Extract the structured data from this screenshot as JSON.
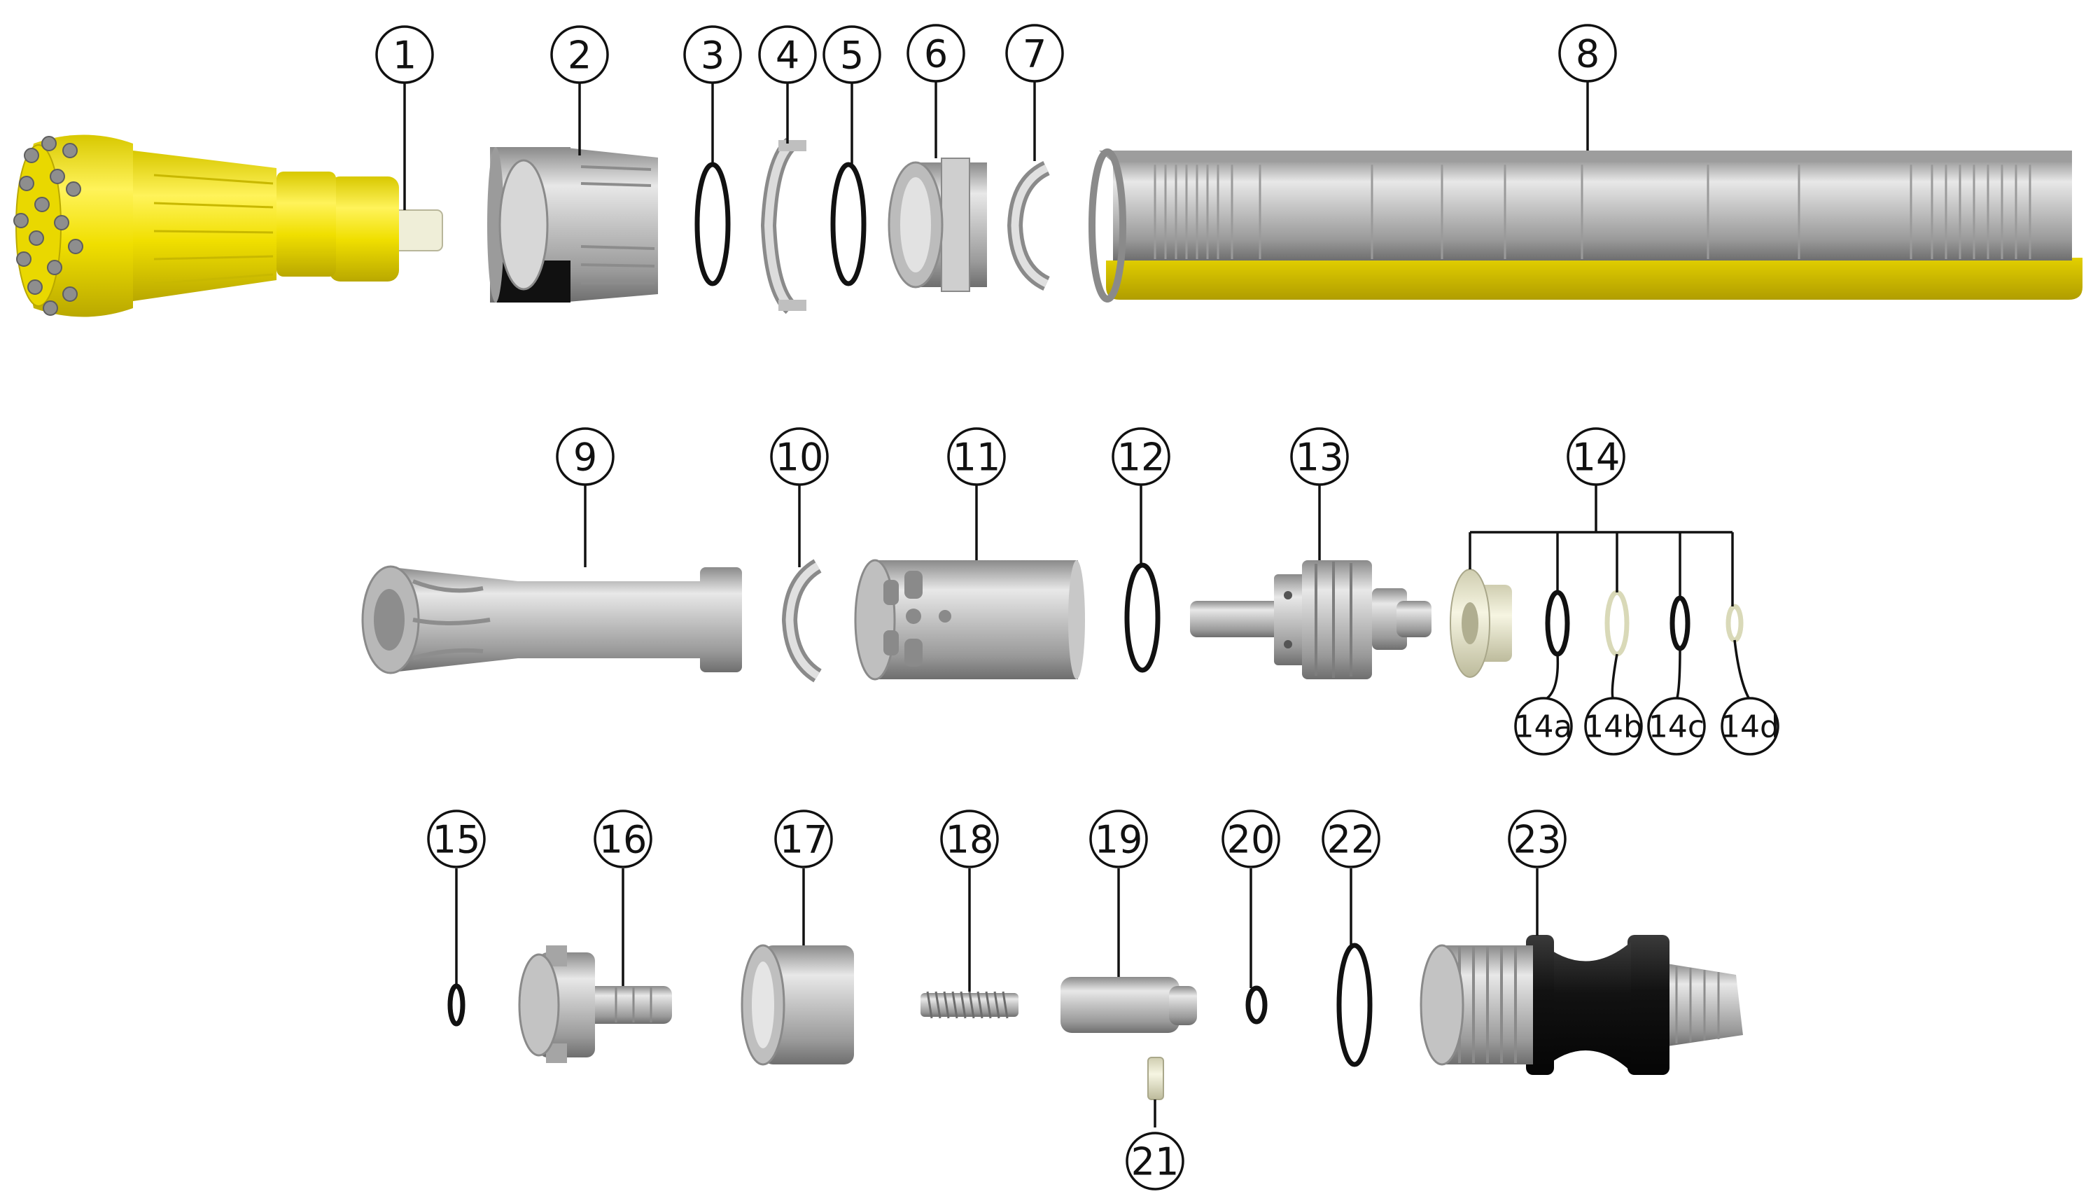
{
  "colors": {
    "steel_light": "#e6e6e6",
    "steel_mid": "#b3b3b3",
    "steel_dark": "#7a7a7a",
    "bit_yellow": "#f3e400",
    "bit_yellow_dark": "#c8b800",
    "tube_yellow": "#c9b400",
    "rubber_black": "#141414",
    "nylon_cream": "#efeed8"
  },
  "callouts": [
    {
      "id": "1",
      "label": "1"
    },
    {
      "id": "2",
      "label": "2"
    },
    {
      "id": "3",
      "label": "3"
    },
    {
      "id": "4",
      "label": "4"
    },
    {
      "id": "5",
      "label": "5"
    },
    {
      "id": "6",
      "label": "6"
    },
    {
      "id": "7",
      "label": "7"
    },
    {
      "id": "8",
      "label": "8"
    },
    {
      "id": "9",
      "label": "9"
    },
    {
      "id": "10",
      "label": "10"
    },
    {
      "id": "11",
      "label": "11"
    },
    {
      "id": "12",
      "label": "12"
    },
    {
      "id": "13",
      "label": "13"
    },
    {
      "id": "14",
      "label": "14"
    },
    {
      "id": "14a",
      "label": "14a"
    },
    {
      "id": "14b",
      "label": "14b"
    },
    {
      "id": "14c",
      "label": "14c"
    },
    {
      "id": "14d",
      "label": "14d"
    },
    {
      "id": "15",
      "label": "15"
    },
    {
      "id": "16",
      "label": "16"
    },
    {
      "id": "17",
      "label": "17"
    },
    {
      "id": "18",
      "label": "18"
    },
    {
      "id": "19",
      "label": "19"
    },
    {
      "id": "20",
      "label": "20"
    },
    {
      "id": "21",
      "label": "21"
    },
    {
      "id": "22",
      "label": "22"
    },
    {
      "id": "23",
      "label": "23"
    }
  ]
}
